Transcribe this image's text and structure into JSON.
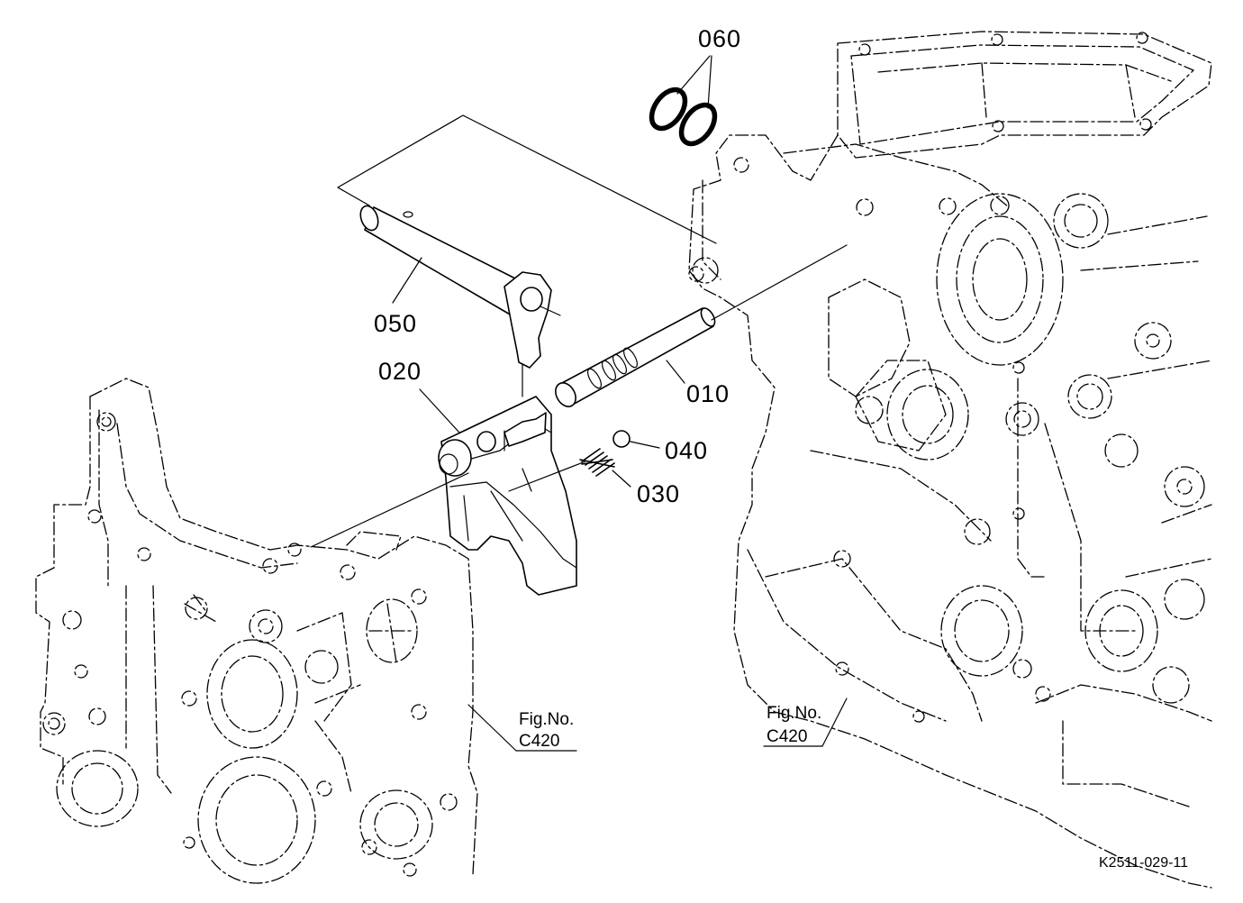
{
  "parts": [
    {
      "id": "010",
      "label": "010"
    },
    {
      "id": "020",
      "label": "020"
    },
    {
      "id": "030",
      "label": "030"
    },
    {
      "id": "040",
      "label": "040"
    },
    {
      "id": "050",
      "label": "050"
    },
    {
      "id": "060",
      "label": "060"
    }
  ],
  "figure_refs": [
    {
      "line1": "Fig.No.",
      "line2": "C420"
    },
    {
      "line1": "Fig.No.",
      "line2": "C420"
    }
  ],
  "diagram_code": "K2511-029-11"
}
